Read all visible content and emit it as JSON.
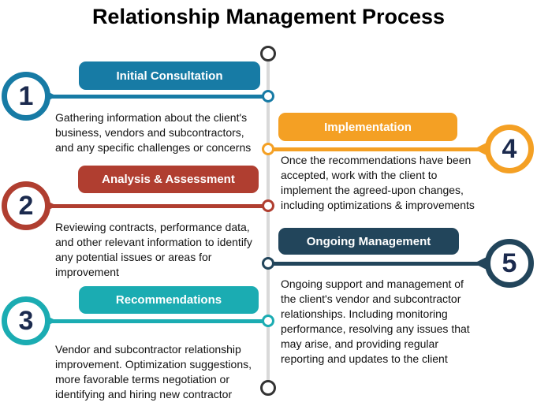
{
  "title": "Relationship Management Process",
  "colors": {
    "number": "#1B2A4E",
    "timeline_line": "#D9D9D9",
    "timeline_terminal": "#333333",
    "background": "#FFFFFF",
    "body_text": "#111111"
  },
  "steps": [
    {
      "number": "1",
      "label": "Initial Consultation",
      "color": "#177BA5",
      "description": "Gathering information about the client's\nbusiness, vendors and subcontractors,\nand any specific challenges or concerns"
    },
    {
      "number": "2",
      "label": "Analysis & Assessment",
      "color": "#B03E30",
      "description": "Reviewing contracts, performance data,\nand other relevant information to identify\nany potential issues or areas for\nimprovement"
    },
    {
      "number": "3",
      "label": "Recommendations",
      "color": "#1BACB2",
      "description": "Vendor and subcontractor relationship\nimprovement. Optimization suggestions,\nmore favorable terms negotiation or\nidentifying and hiring new contractor"
    },
    {
      "number": "4",
      "label": "Implementation",
      "color": "#F4A024",
      "description": "Once the recommendations have been\naccepted, work with the client to\nimplement the agreed-upon changes,\nincluding optimizations & improvements"
    },
    {
      "number": "5",
      "label": "Ongoing Management",
      "color": "#22455B",
      "description": "Ongoing support and management of\nthe client's vendor and subcontractor\nrelationships. Including monitoring\nperformance, resolving any issues that\nmay arise, and providing regular\nreporting and updates to the client"
    }
  ]
}
